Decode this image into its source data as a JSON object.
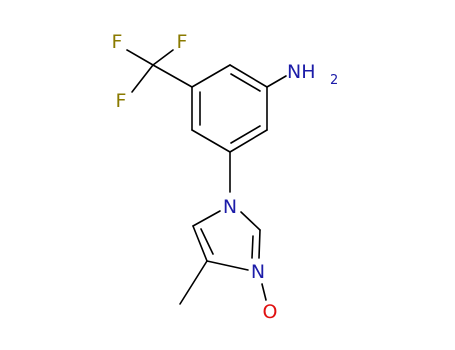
{
  "molecule": {
    "colors": {
      "bond": "#000000",
      "fluorine": "#8a7a00",
      "nitrogen": "#1c1ca8",
      "oxygen": "#e01010",
      "background": "#ffffff"
    },
    "labels": {
      "f_top_left": "F",
      "f_top_right": "F",
      "f_left": "F",
      "amine_n": "NH",
      "amine_sub": "2",
      "ring_n1": "N",
      "ring_n3": "N",
      "oxide_o": "O"
    }
  }
}
